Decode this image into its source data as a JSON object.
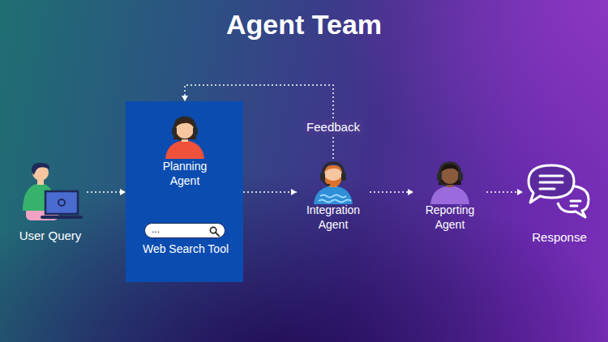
{
  "diagram": {
    "title": "Agent Team",
    "nodes": [
      {
        "text": [
          "User Query"
        ]
      },
      {
        "text": []
      },
      {
        "text": [
          "Planning Agent"
        ],
        "in": 1
      },
      {
        "text": [
          "...",
          "Web Search Tool"
        ],
        "in": 1
      },
      {
        "text": [
          "Integration Agent"
        ]
      },
      {
        "text": [
          "Reporting Agent"
        ]
      },
      {
        "text": [
          "Response"
        ]
      }
    ],
    "edges": [
      {
        "from": 0,
        "to": 1,
        "arrow": "to"
      },
      {
        "from": 2,
        "to": 3,
        "arrow": "to"
      },
      {
        "from": 1,
        "to": 4,
        "arrow": "to"
      },
      {
        "from": 4,
        "to": 1,
        "label": "Feedback",
        "arrow": "to"
      },
      {
        "from": 4,
        "to": 5,
        "arrow": "to"
      },
      {
        "from": 5,
        "to": 6,
        "arrow": "to"
      }
    ]
  }
}
